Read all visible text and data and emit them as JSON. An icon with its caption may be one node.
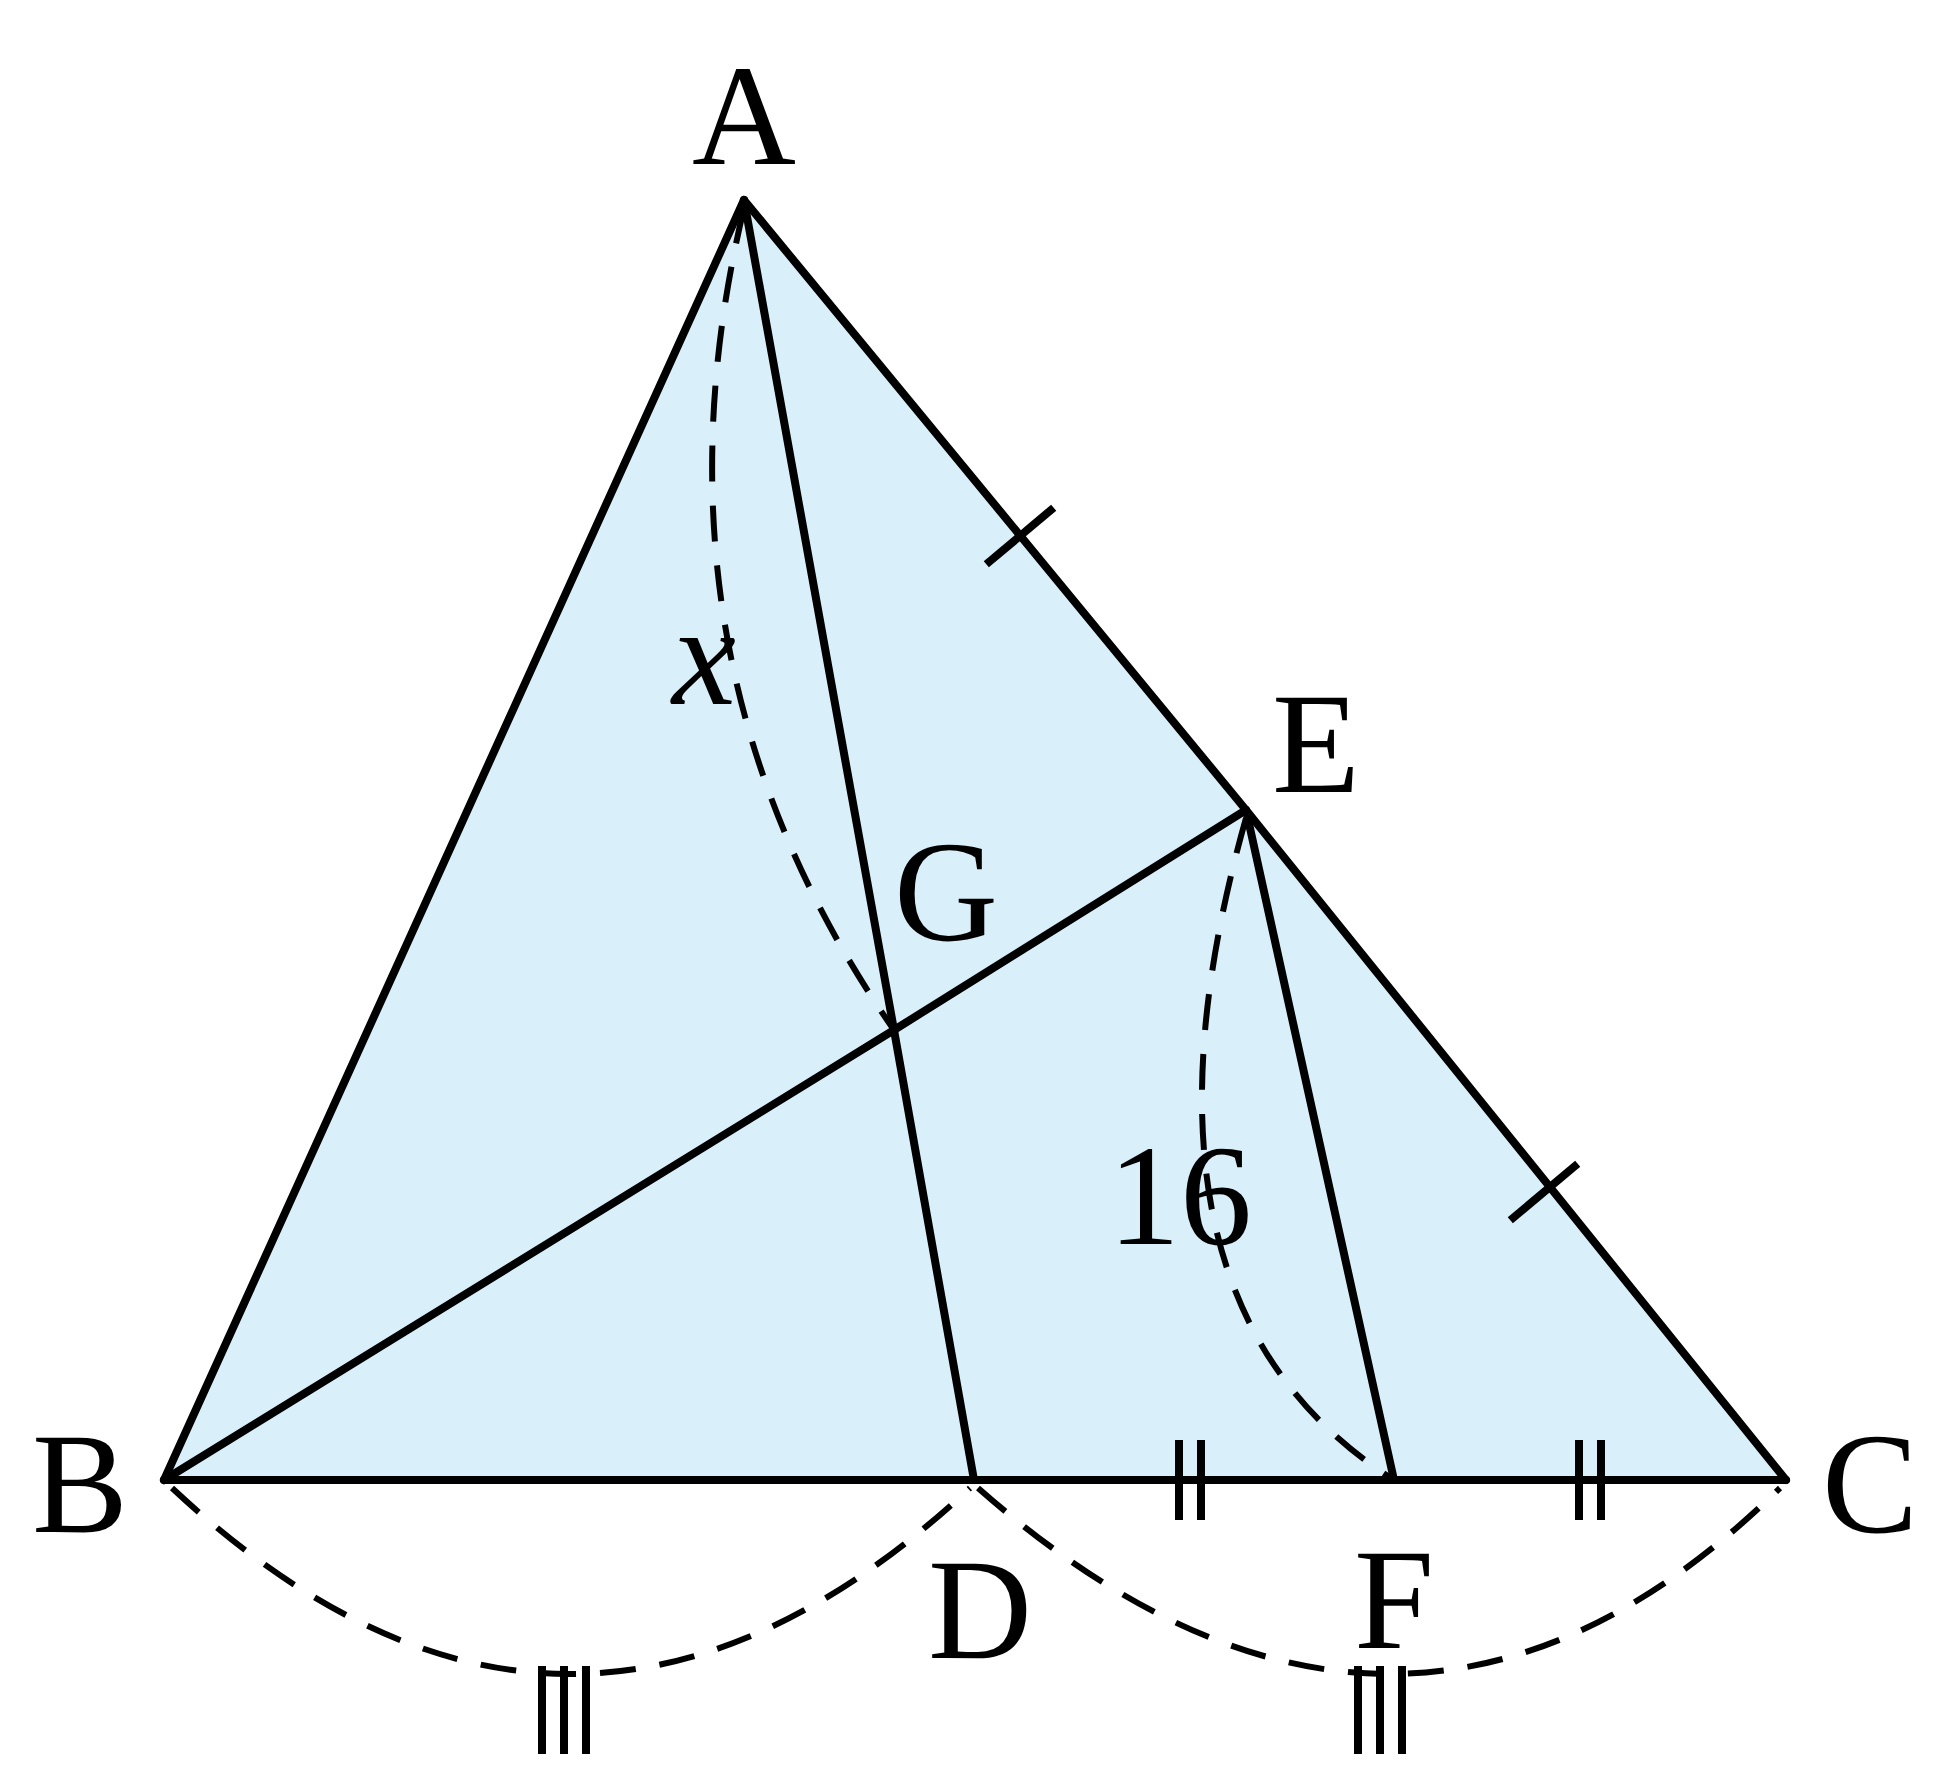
{
  "diagram": {
    "nodes": [
      {
        "text": [
          "A"
        ]
      },
      {
        "text": [
          "B"
        ]
      },
      {
        "text": [
          "C"
        ]
      },
      {
        "text": [
          "D"
        ]
      },
      {
        "text": [
          "E"
        ]
      },
      {
        "text": [
          "F"
        ]
      },
      {
        "text": [
          "G"
        ]
      }
    ],
    "edges": [
      {
        "from": 0,
        "to": 1,
        "arrow": "none"
      },
      {
        "from": 0,
        "to": 4,
        "arrow": "none"
      },
      {
        "from": 4,
        "to": 2,
        "arrow": "none"
      },
      {
        "from": 1,
        "to": 3,
        "arrow": "none"
      },
      {
        "from": 3,
        "to": 5,
        "arrow": "none"
      },
      {
        "from": 5,
        "to": 2,
        "arrow": "none"
      },
      {
        "from": 0,
        "to": 6,
        "arrow": "none"
      },
      {
        "from": 6,
        "to": 3,
        "arrow": "none"
      },
      {
        "from": 1,
        "to": 6,
        "arrow": "none"
      },
      {
        "from": 6,
        "to": 4,
        "arrow": "none"
      },
      {
        "from": 4,
        "to": 5,
        "arrow": "none"
      }
    ],
    "labels": [
      "x",
      "16"
    ]
  }
}
